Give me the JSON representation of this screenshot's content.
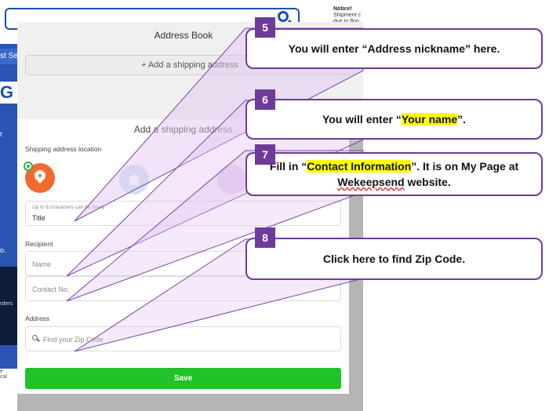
{
  "background": {
    "search_icon": "search-icon",
    "notice_title": "Notice!",
    "notice_lines": [
      "Shipment c",
      "due to floo"
    ],
    "left_band_text": "st Se",
    "logo_letter": "G",
    "nav_items": [
      "t",
      "",
      "",
      "",
      "",
      "",
      "o."
    ],
    "dark_strip_text": "rders",
    "bottom_left_text": "e\ncal"
  },
  "address_book": {
    "title": "Address Book",
    "add_button": "+ Add a shipping address"
  },
  "modal": {
    "title": "Add a shipping address",
    "location_label": "Shipping address location",
    "nickname_hint": "Up to 6 characters can be freely",
    "nickname_value": "Title",
    "recipient_label": "Recipient",
    "name_placeholder": "Name",
    "contact_placeholder": "Contact No.",
    "address_label": "Address",
    "zip_placeholder": "Find your Zip Code",
    "save_label": "Save"
  },
  "callouts": [
    {
      "number": "5",
      "text": "You will enter “Address nickname” here."
    },
    {
      "number": "6",
      "text_before": "You will enter “",
      "highlight": "Your name",
      "text_after": "”."
    },
    {
      "number": "7",
      "text_before": "Fill in “",
      "highlight": "Contact Information",
      "text_mid": "”. It is on My Page at ",
      "underlined": "Wekeepsend",
      "text_after": " website."
    },
    {
      "number": "8",
      "text": "Click here to find Zip Code."
    }
  ],
  "colors": {
    "callout_border": "#6e3b9a",
    "highlight": "#ffff00",
    "save_button": "#22c22a",
    "pin": "#f26a2e",
    "brand_blue": "#1a4fb0"
  }
}
